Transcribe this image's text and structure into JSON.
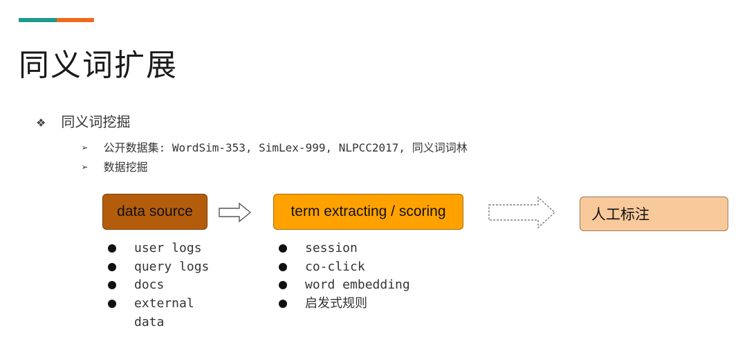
{
  "slide": {
    "title": "同义词扩展",
    "accent_colors": {
      "teal": "#1e9a8c",
      "orange": "#f06a1c"
    },
    "bullet": {
      "icon": "diamond-bullet-icon",
      "text": "同义词挖掘",
      "sub_icon": "arrowhead-bullet-icon",
      "sub_items": [
        "公开数据集: WordSim-353, SimLex-999, NLPCC2017, 同义词词林",
        "数据挖掘"
      ]
    }
  },
  "diagram": {
    "source_box": {
      "label": "data source",
      "color": "#b35d0c"
    },
    "term_box": {
      "label": "term extracting / scoring",
      "color": "#ffa200"
    },
    "manual_box": {
      "label": "人工标注",
      "color": "#f8c99a"
    },
    "source_list": [
      "user logs",
      "query logs",
      "docs",
      "external",
      "data"
    ],
    "term_list": [
      "session",
      "co-click",
      "word embedding",
      "启发式规则"
    ]
  }
}
